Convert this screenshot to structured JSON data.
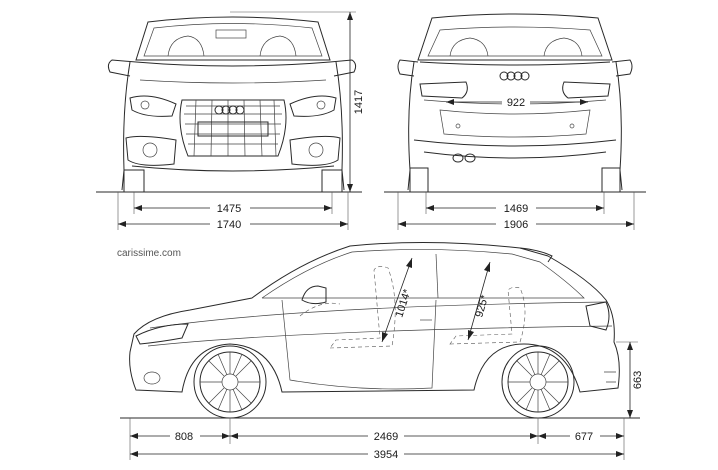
{
  "front_view": {
    "dim_track": "1475",
    "dim_width": "1740",
    "dim_height": "1417"
  },
  "rear_view": {
    "dim_inner": "922",
    "dim_track": "1469",
    "dim_width": "1906"
  },
  "side_view": {
    "dim_front_overhang": "808",
    "dim_wheelbase": "2469",
    "dim_rear_overhang": "677",
    "dim_length": "3954",
    "dim_front_headroom": "1014*",
    "dim_rear_headroom": "925*",
    "dim_rear_height": "663"
  },
  "watermark": "carissime.com"
}
